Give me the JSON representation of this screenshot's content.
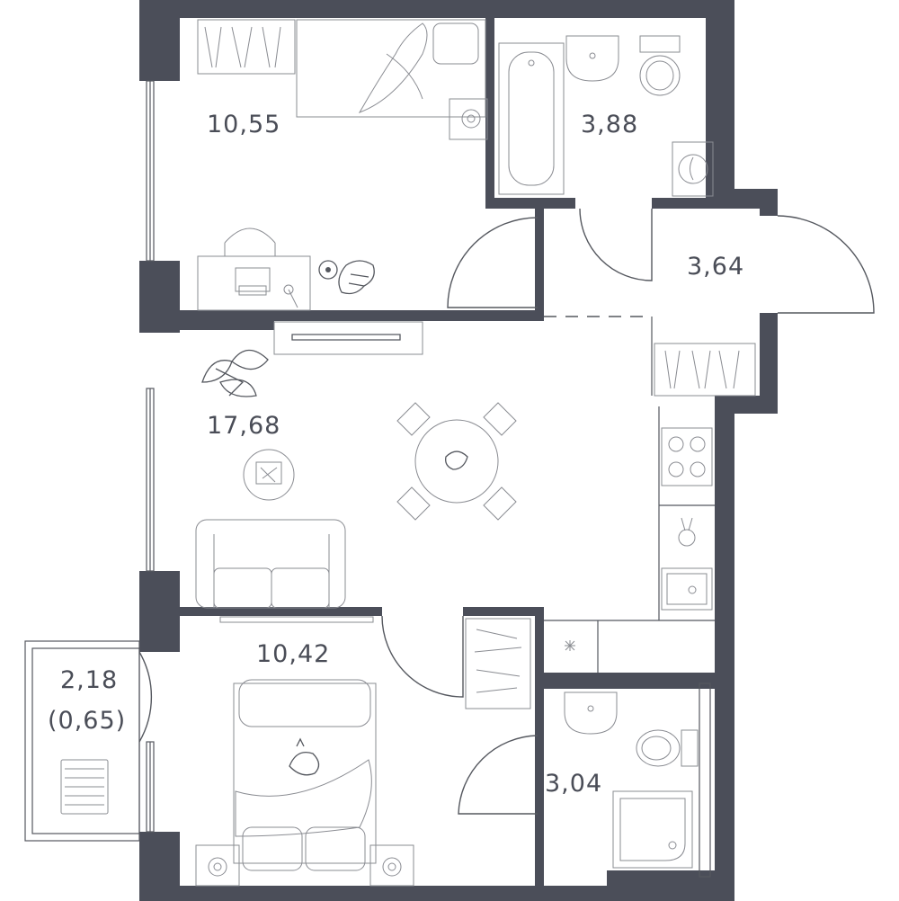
{
  "rooms": [
    {
      "id": "bedroom-1",
      "area": "10,55"
    },
    {
      "id": "bathroom",
      "area": "3,88"
    },
    {
      "id": "hallway",
      "area": "3,64"
    },
    {
      "id": "living-kitchen",
      "area": "17,68"
    },
    {
      "id": "bedroom-2",
      "area": "10,42"
    },
    {
      "id": "balcony",
      "area": "2,18",
      "area_reduced": "(0,65)"
    },
    {
      "id": "wc",
      "area": "3,04"
    }
  ]
}
